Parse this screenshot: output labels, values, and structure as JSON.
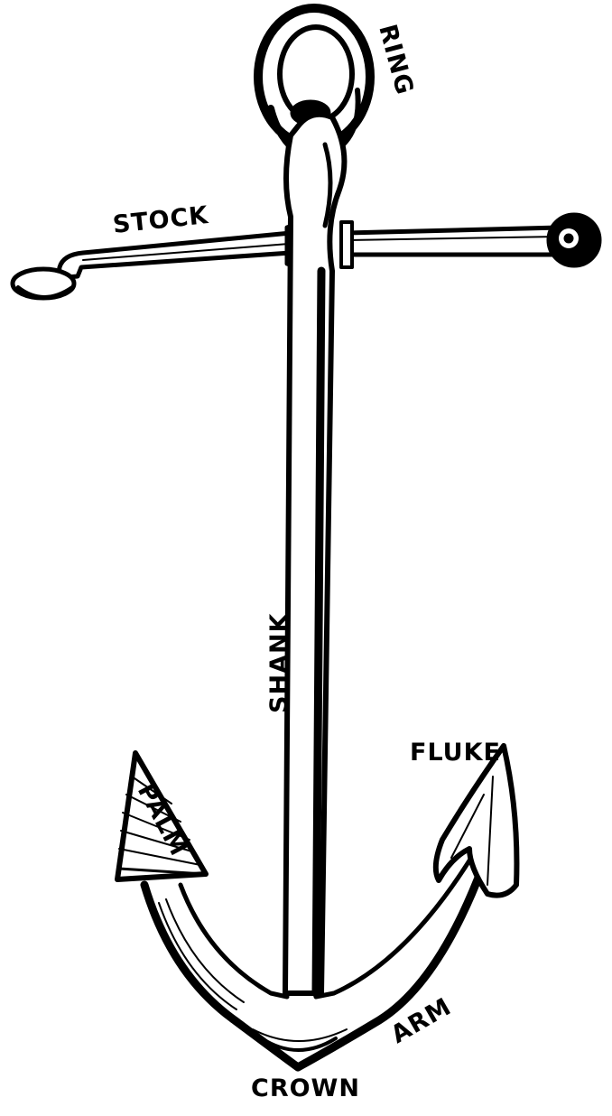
{
  "labels": {
    "ring": "RING",
    "stock": "STOCK",
    "shank": "SHANK",
    "fluke": "FLUKE",
    "palm": "PALM",
    "arm": "ARM",
    "crown": "CROWN"
  },
  "colors": {
    "ink": "#000000",
    "paper": "#ffffff"
  }
}
